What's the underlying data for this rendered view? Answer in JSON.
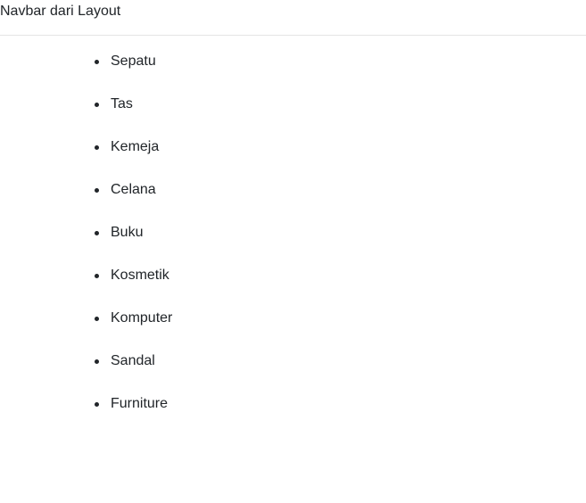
{
  "navbar": {
    "title": "Navbar dari Layout"
  },
  "list": {
    "items": [
      {
        "label": "Sepatu"
      },
      {
        "label": "Tas"
      },
      {
        "label": "Kemeja"
      },
      {
        "label": "Celana"
      },
      {
        "label": "Buku"
      },
      {
        "label": "Kosmetik"
      },
      {
        "label": "Komputer"
      },
      {
        "label": "Sandal"
      },
      {
        "label": "Furniture"
      }
    ]
  },
  "colors": {
    "text": "#212529",
    "divider": "#e5e5e5",
    "background": "#ffffff"
  }
}
